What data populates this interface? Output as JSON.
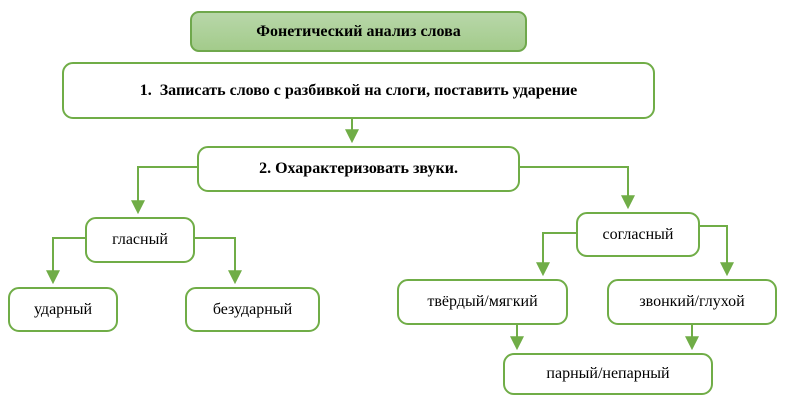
{
  "diagram": {
    "title": "Фонетический анализ слова",
    "step1": "1.  Записать слово с разбивкой на слоги, поставить ударение",
    "step2": "2. Охарактеризовать звуки.",
    "vowel": "гласный",
    "stressed": "ударный",
    "unstressed": "безударный",
    "consonant": "согласный",
    "hard_soft": "твёрдый/мягкий",
    "voiced_voiceless": "звонкий/глухой",
    "paired_unpaired": "парный/непарный"
  },
  "colors": {
    "line": "#70AD47",
    "title_fill_top": "#B8D7A9",
    "title_fill_bottom": "#A3CB8B",
    "box_fill": "#FFFFFF",
    "text": "#000000"
  }
}
